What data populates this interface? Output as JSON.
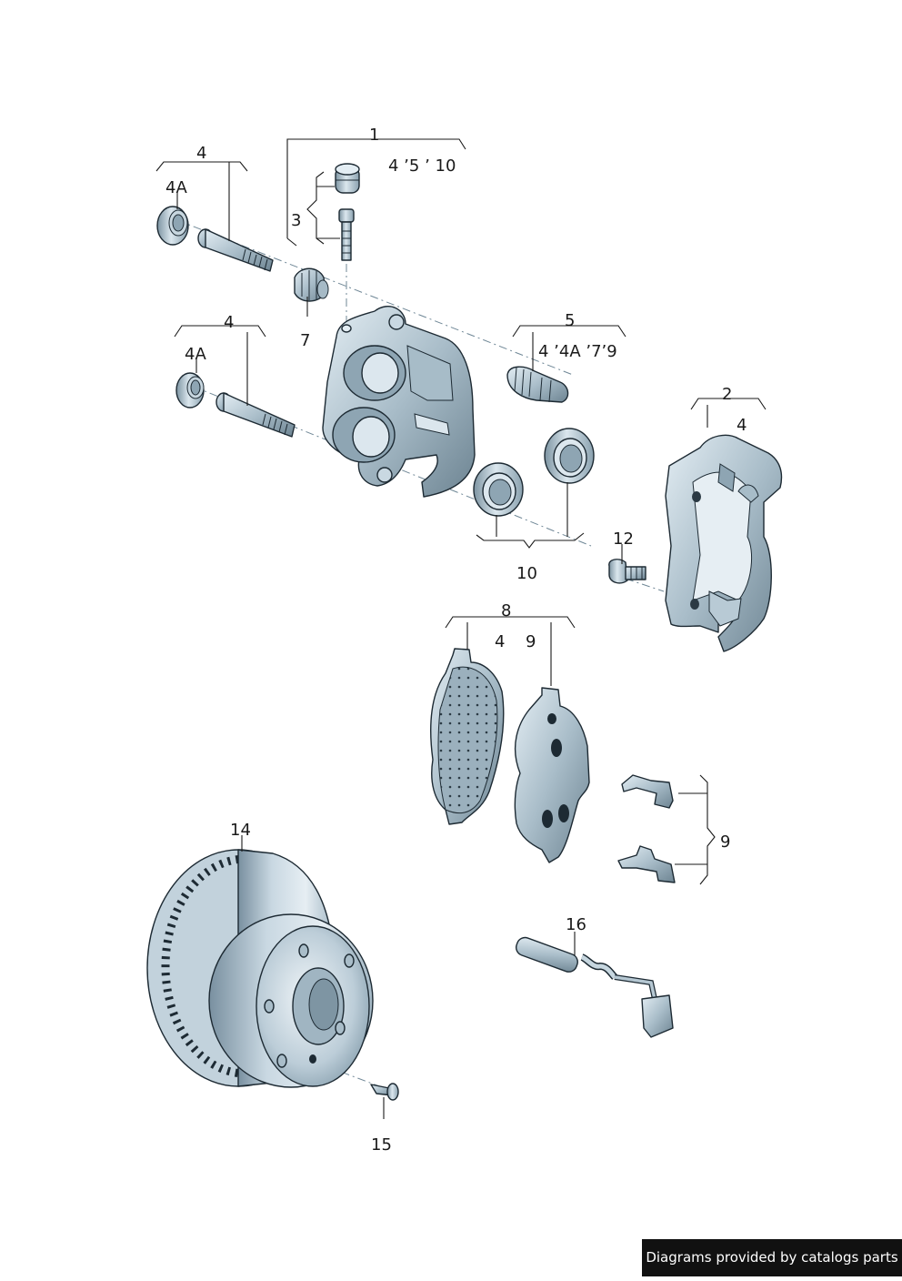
{
  "callouts": {
    "c1": "1",
    "c1_sub": "4 ’5 ’ 10",
    "c2": "2",
    "c2_sub": "4",
    "c3": "3",
    "c4_top": "4",
    "c4a_top": "4A",
    "c4_mid": "4",
    "c4a_mid": "4A",
    "c5": "5",
    "c5_sub": "4 ’4A  ’7’9",
    "c7": "7",
    "c8": "8",
    "c8_sub_a": "4",
    "c8_sub_b": "9",
    "c9": "9",
    "c10": "10",
    "c12": "12",
    "c14": "14",
    "c15": "15",
    "c16": "16"
  },
  "footer": {
    "credit": "Diagrams provided by catalogs parts"
  },
  "colors": {
    "metal_light": "#d5e2ea",
    "metal_mid": "#93a9b7",
    "metal_dark": "#5d7482",
    "line": "#1d2a33"
  }
}
